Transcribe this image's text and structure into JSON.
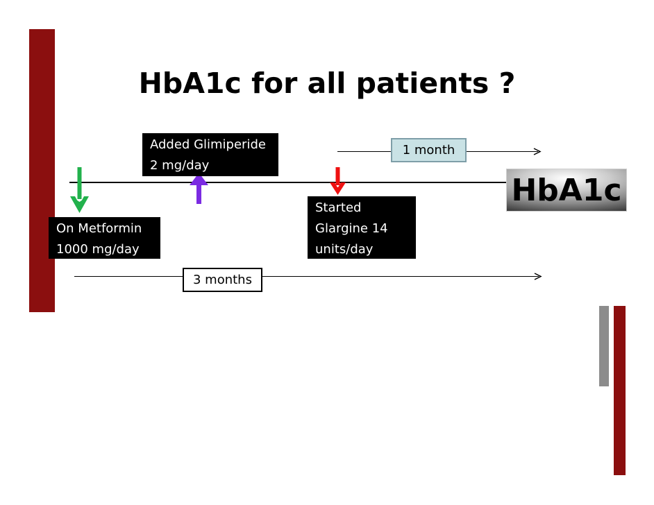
{
  "title": "HbA1c for all patients ?",
  "timeline": {
    "upper_interval_label": "1 month",
    "lower_interval_label": "3 months",
    "result_label": "HbA1c"
  },
  "annotations": {
    "metformin": {
      "lines": [
        "On Metformin",
        "1000 mg/day"
      ]
    },
    "glimiperide": {
      "lines": [
        "Added Glimiperide",
        "2 mg/day"
      ]
    },
    "glargine": {
      "lines": [
        "Started",
        "Glargine 14",
        "units/day"
      ]
    }
  },
  "colors": {
    "accent_bar": "#8B0F0F",
    "gray_bar": "#8C8C8C",
    "green_arrow": "#22B14C",
    "purple_arrow": "#7B2BE2",
    "red_arrow": "#EE1111",
    "interval_box_fill": "#C9E2E5",
    "interval_box_border": "#7E9EA8",
    "label_box_bg": "#000000",
    "label_box_text": "#FFFFFF",
    "line": "#000000"
  }
}
